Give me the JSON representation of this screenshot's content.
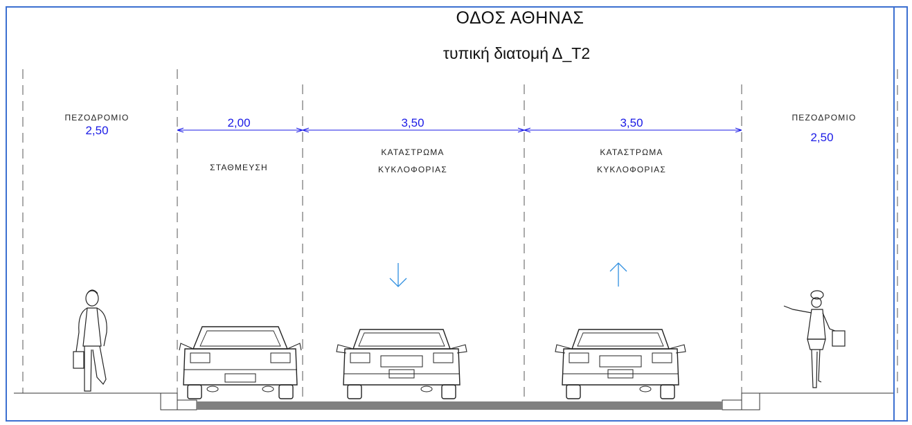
{
  "title": "ΟΔΟΣ ΑΘΗΝΑΣ",
  "subtitle": "τυπική διατομή  Δ_Τ2",
  "zones": {
    "left_sidewalk": {
      "label": "ΠΕΖΟΔΡΟΜΙΟ",
      "width": "2,50"
    },
    "parking": {
      "label": "ΣΤΑΘΜΕΥΣΗ",
      "width": "2,00"
    },
    "lane_1": {
      "label_line1": "ΚΑΤΑΣΤΡΩΜΑ",
      "label_line2": "ΚΥΚΛΟΦΟΡΙΑΣ",
      "width": "3,50",
      "direction": "down"
    },
    "lane_2": {
      "label_line1": "ΚΑΤΑΣΤΡΩΜΑ",
      "label_line2": "ΚΥΚΛΟΦΟΡΙΑΣ",
      "width": "3,50",
      "direction": "up"
    },
    "right_sidewalk": {
      "label": "ΠΕΖΟΔΡΟΜΙΟ",
      "width": "2,50"
    }
  },
  "colors": {
    "dimension": "#1a1ae6",
    "arrow": "#2f8fe0",
    "frame": "#3b6fd0",
    "pavement": "#808080",
    "lines": "#333333"
  }
}
